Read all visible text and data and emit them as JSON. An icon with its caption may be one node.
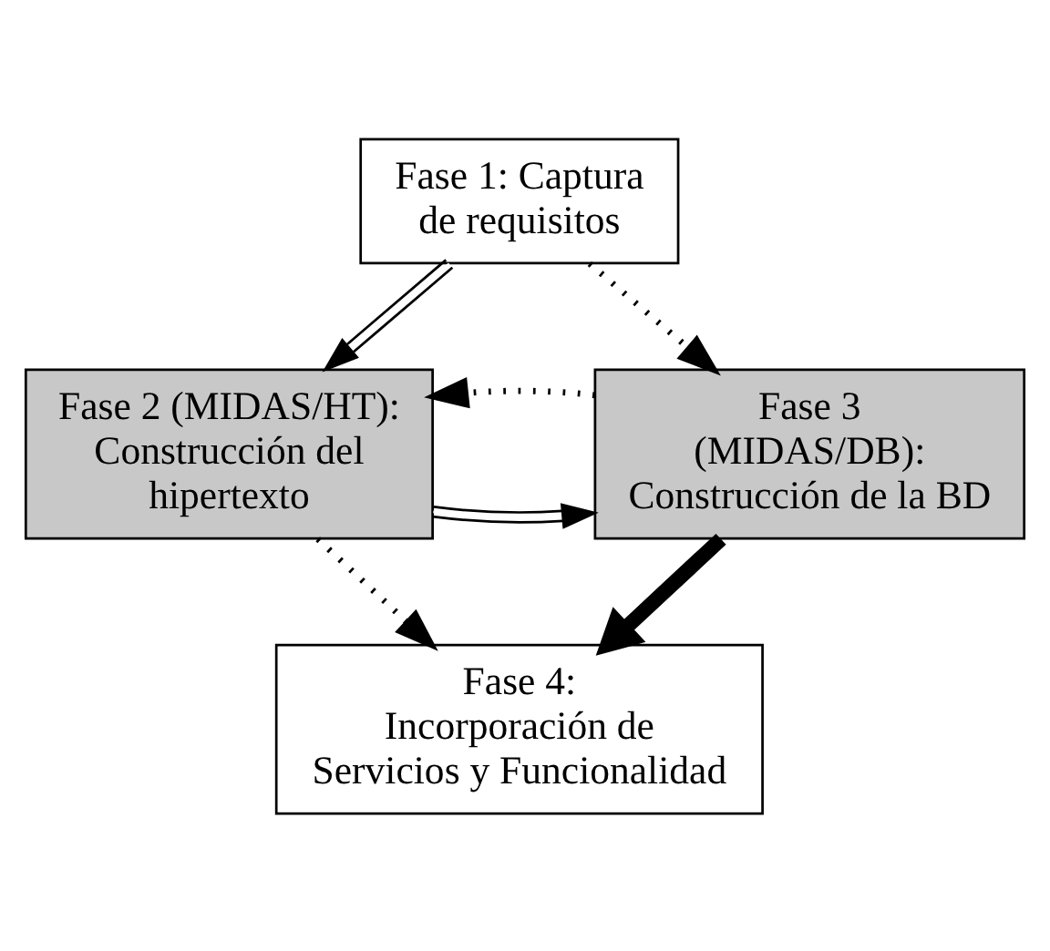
{
  "diagram": {
    "nodes": [
      {
        "text": [
          "Fase 1: Captura de requisitos"
        ]
      },
      {
        "text": [
          "Fase 2 (MIDAS/HT): Construcción del hipertexto"
        ]
      },
      {
        "text": [
          "Fase 3 (MIDAS/DB): Construcción de la BD"
        ]
      },
      {
        "text": [
          "Fase 4: Incorporación de Servicios y Funcionalidad"
        ]
      }
    ],
    "edges": [
      {
        "from": 0,
        "to": 1,
        "arrow": "to"
      },
      {
        "from": 0,
        "to": 2,
        "arrow": "to",
        "style": "dashed"
      },
      {
        "from": 1,
        "to": 2,
        "arrow": "to"
      },
      {
        "from": 2,
        "to": 1,
        "arrow": "to",
        "style": "dashed"
      },
      {
        "from": 2,
        "to": 3,
        "arrow": "to",
        "style": "thick"
      },
      {
        "from": 1,
        "to": 3,
        "arrow": "to",
        "style": "dashed"
      }
    ]
  }
}
